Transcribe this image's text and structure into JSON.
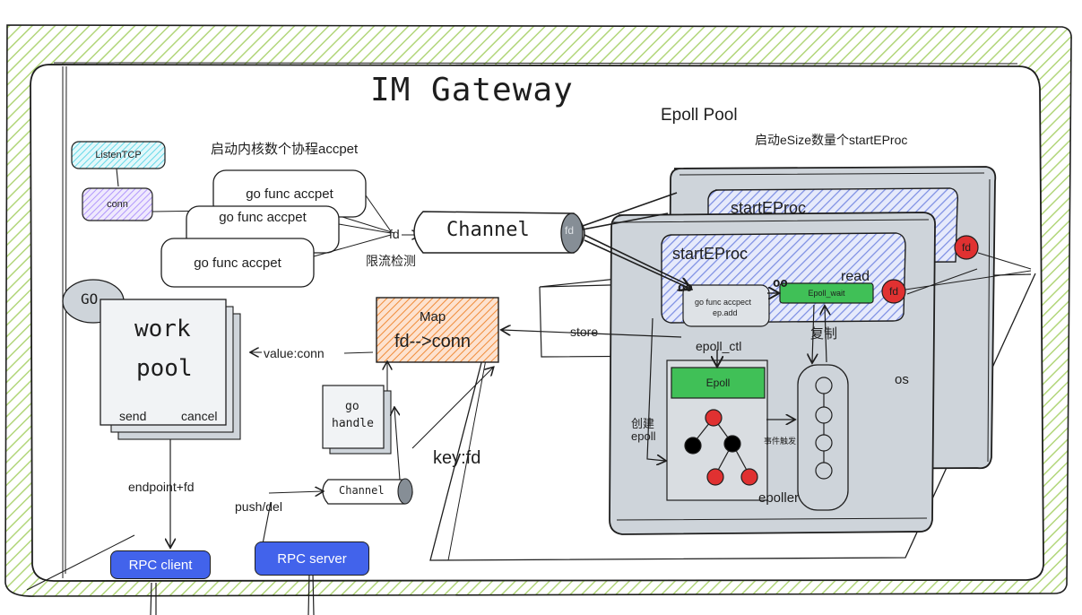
{
  "title": "IM Gateway",
  "listen": {
    "listen_tcp": "ListenTCP",
    "conn": "conn"
  },
  "accept": {
    "caption": "启动内核数个协程accpet",
    "items": [
      "go func accpet",
      "go func accpet",
      "go func accpet"
    ],
    "fd": "fd",
    "rate_limit": "限流检测"
  },
  "channel": {
    "label": "Channel",
    "fd": "fd"
  },
  "go_badge": "GO",
  "work_pool": {
    "line1": "work",
    "line2": "pool",
    "send": "send",
    "cancel": "cancel"
  },
  "map": {
    "title": "Map",
    "value": "fd-->conn",
    "value_conn": "value:conn",
    "key_fd": "key:fd"
  },
  "go_handle": {
    "line1": "go",
    "line2": "handle"
  },
  "channel_small": "Channel",
  "push_del": "push/del",
  "endpoint": "endpoint+fd",
  "rpc": {
    "client": "RPC client",
    "server": "RPC server"
  },
  "epoll_pool": {
    "title": "Epoll Pool",
    "caption": "启动eSize数量个startEProc",
    "proc_back": "startEProc",
    "proc_front": "startEProc",
    "accept_box_line1": "go func accpect",
    "accept_box_line2": "ep.add",
    "epoll_wait": "Epoll_wait",
    "read": "read",
    "fd_a": "fd",
    "fd_b": "fd",
    "store": "store",
    "epoll_ctl": "epoll_ctl",
    "copy": "复制",
    "os": "os",
    "epoll": "Epoll",
    "create_epoll_line1": "创建",
    "create_epoll_line2": "epoll",
    "event_trigger": "事件触发",
    "epoller": "epoller"
  },
  "colors": {
    "frame_green": "#b2d67a",
    "listen_cyan": "#a5e4ec",
    "conn_purple": "#c9b8f3",
    "proc_blue": "#8fa0e6",
    "map_orange": "#f5a36a",
    "epoll_green": "#40c057",
    "node_red": "#e03131",
    "rpc_blue": "#4263eb",
    "panel_gray": "#ced4da"
  }
}
